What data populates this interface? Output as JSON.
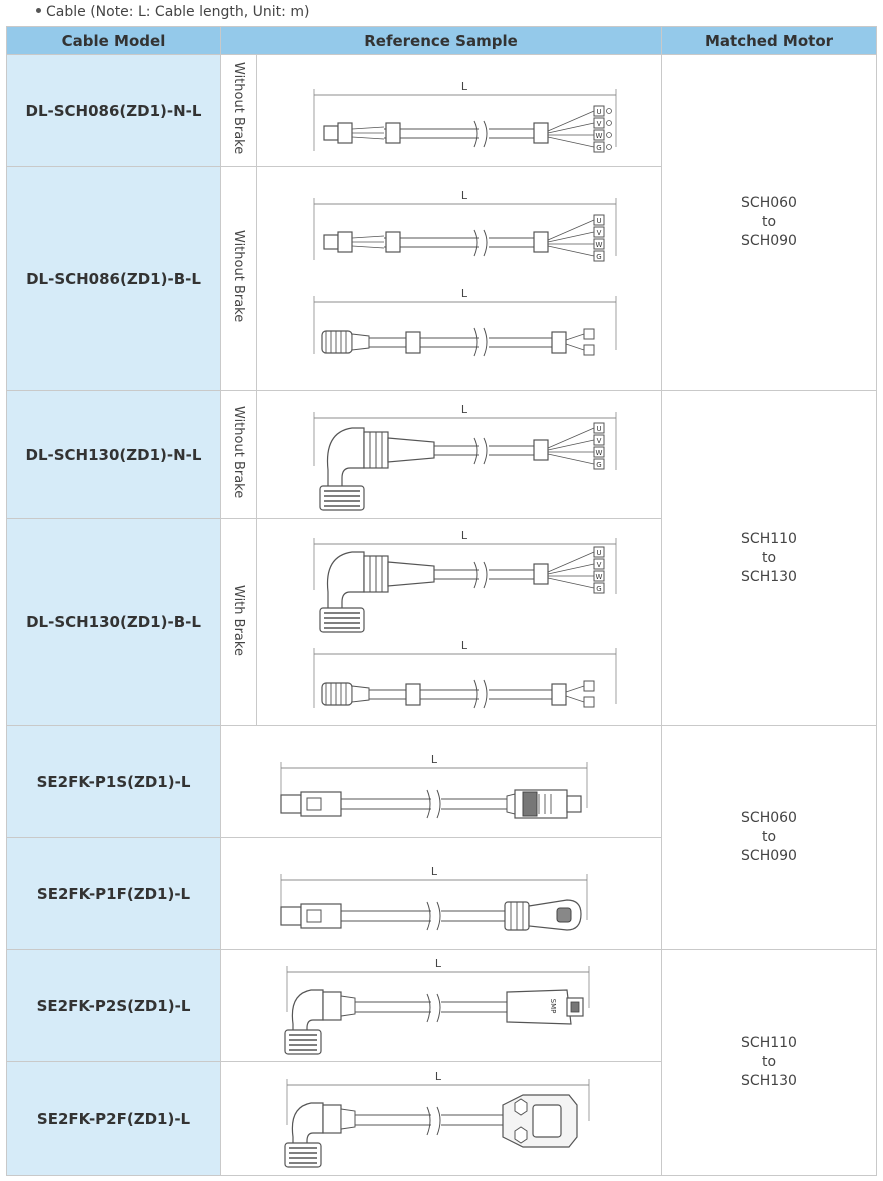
{
  "note": "Cable (Note: L: Cable length, Unit: m)",
  "headers": {
    "model": "Cable Model",
    "sample": "Reference Sample",
    "motor": "Matched Motor"
  },
  "length_label": "L",
  "rows": [
    {
      "model": "DL-SCH086(ZD1)-N-L",
      "brake": "Without Brake"
    },
    {
      "model": "DL-SCH086(ZD1)-B-L",
      "brake": "Without Brake"
    },
    {
      "model": "DL-SCH130(ZD1)-N-L",
      "brake": "Without Brake"
    },
    {
      "model": "DL-SCH130(ZD1)-B-L",
      "brake": "With Brake"
    },
    {
      "model": "SE2FK-P1S(ZD1)-L"
    },
    {
      "model": "SE2FK-P1F(ZD1)-L"
    },
    {
      "model": "SE2FK-P2S(ZD1)-L"
    },
    {
      "model": "SE2FK-P2F(ZD1)-L"
    }
  ],
  "motors": [
    {
      "from": "SCH060",
      "to": "to",
      "until": "SCH090"
    },
    {
      "from": "SCH110",
      "to": "to",
      "until": "SCH130"
    },
    {
      "from": "SCH060",
      "to": "to",
      "until": "SCH090"
    },
    {
      "from": "SCH110",
      "to": "to",
      "until": "SCH130"
    }
  ],
  "terminal_labels": [
    "U",
    "V",
    "W",
    "G"
  ],
  "connector_text": "SMP"
}
